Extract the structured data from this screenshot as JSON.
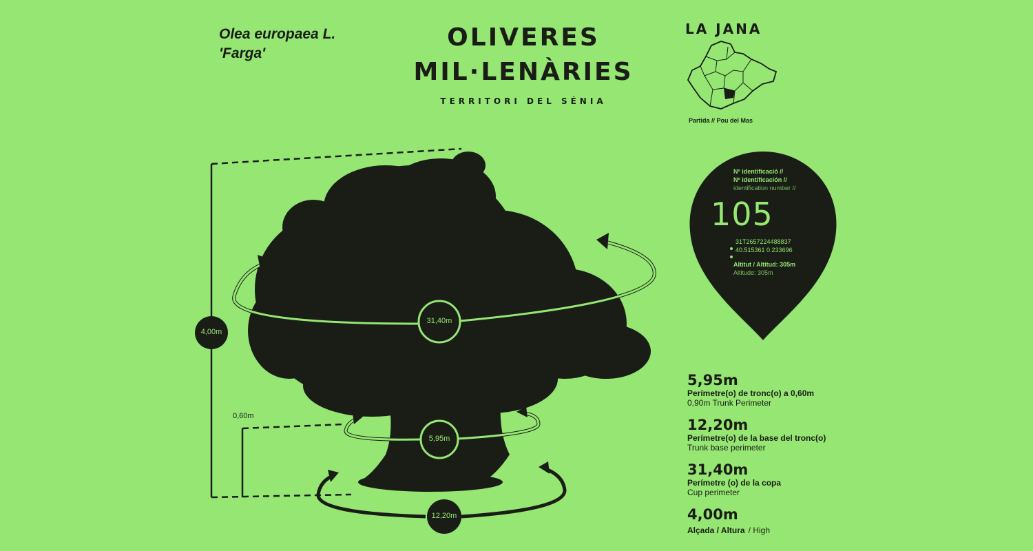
{
  "species": {
    "name": "Olea europaea L.",
    "variety": "'Farga'"
  },
  "title": {
    "line1": "OLIVERES",
    "line2": "MIL·LENÀRIES",
    "subtitle": "TERRITORI DEL SÉNIA"
  },
  "location": {
    "town": "LA JANA",
    "partida": "Partida // Pou del Mas"
  },
  "identification": {
    "label_ca": "Nº identificació //",
    "label_es": "Nº identificación //",
    "label_en": "identification number //",
    "number": "105",
    "coord_code": "31T2657224488837",
    "coord_latlon": "40.515361 0.233696",
    "altitude_ca_es": "Altitut / Altitud: 305m",
    "altitude_en": "Altitude: 305m"
  },
  "diagram": {
    "height_label": "4,00m",
    "trunk_height_label": "0,60m",
    "crown_perimeter_label": "31,40m",
    "trunk_perimeter_label": "5,95m",
    "base_perimeter_label": "12,20m"
  },
  "stats": [
    {
      "value": "5,95m",
      "label_ca_es": "Perímetre(o) de tronc(o) a 0,60m",
      "label_en": "0,90m Trunk Perimeter"
    },
    {
      "value": "12,20m",
      "label_ca_es": "Perímetre(o) de la base del tronc(o)",
      "label_en": "Trunk base perimeter"
    },
    {
      "value": "31,40m",
      "label_ca_es": "Perímetre (o) de la copa",
      "label_en": "Cup perimeter"
    },
    {
      "value": "4,00m",
      "label_ca_es": "Alçada / Altura",
      "label_en": "/ High"
    }
  ],
  "colors": {
    "background": "#95e673",
    "ink": "#1a1d16"
  },
  "icons": {
    "map": "municipality-map-icon",
    "pin": "location-pin-icon",
    "tree": "olive-tree-illustration"
  }
}
